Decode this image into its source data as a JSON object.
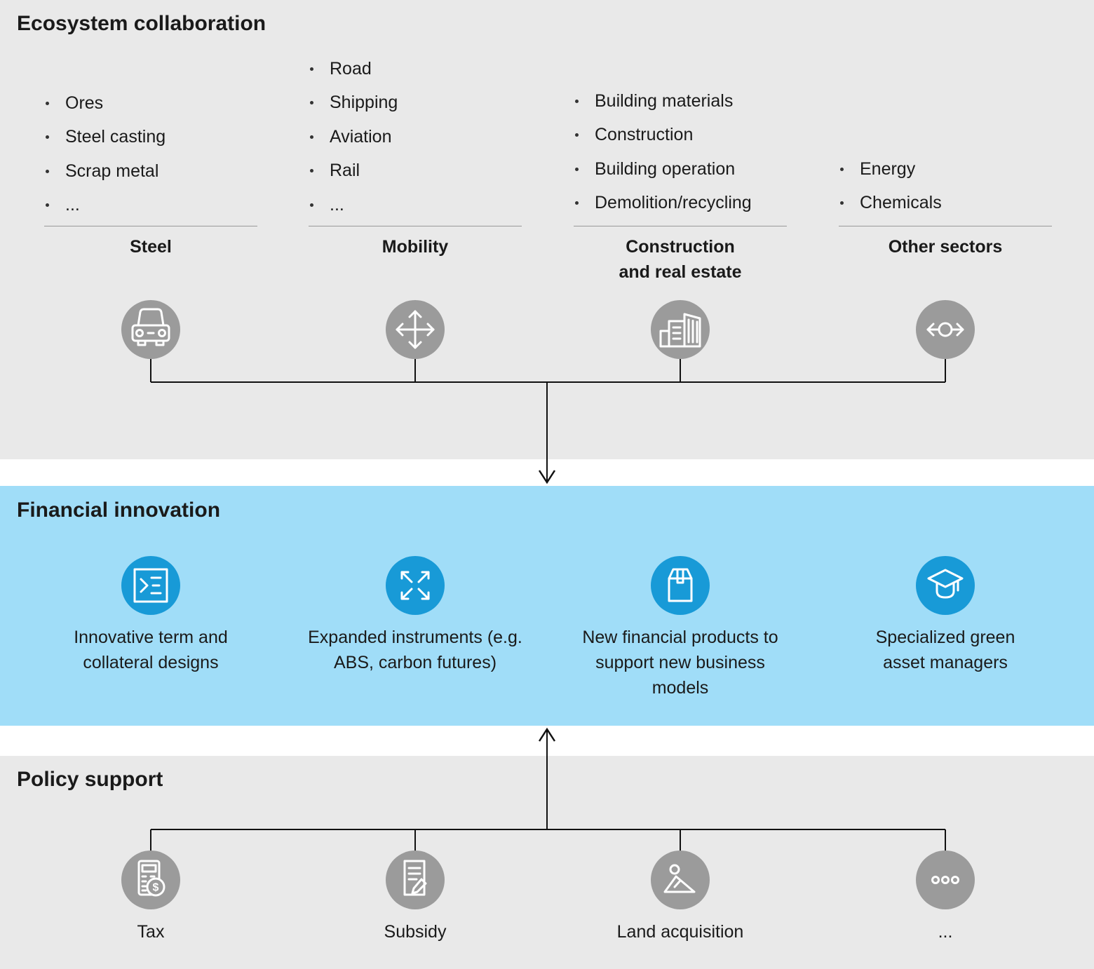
{
  "sections": {
    "ecosystem": {
      "title": "Ecosystem collaboration",
      "columns": [
        {
          "label": "Steel",
          "icon": "car-icon",
          "items": [
            "Ores",
            "Steel casting",
            "Scrap metal",
            "..."
          ]
        },
        {
          "label": "Mobility",
          "icon": "move-arrows-icon",
          "items": [
            "Road",
            "Shipping",
            "Aviation",
            "Rail",
            "..."
          ]
        },
        {
          "label": "Construction and real estate",
          "icon": "buildings-icon",
          "items": [
            "Building materials",
            "Construction",
            "Building operation",
            "Demolition/recycling"
          ]
        },
        {
          "label": "Other sectors",
          "icon": "bidirectional-flow-icon",
          "items": [
            "Energy",
            "Chemicals"
          ]
        }
      ]
    },
    "financial": {
      "title": "Financial innovation",
      "items": [
        {
          "caption": "Innovative term and collateral designs",
          "icon": "sigma-contract-icon"
        },
        {
          "caption": "Expanded instruments (e.g. ABS, carbon futures)",
          "icon": "expand-arrows-icon"
        },
        {
          "caption": "New financial products to support new business models",
          "icon": "package-icon"
        },
        {
          "caption": "Specialized green asset managers",
          "icon": "graduation-cap-icon"
        }
      ]
    },
    "policy": {
      "title": "Policy support",
      "items": [
        {
          "label": "Tax",
          "icon": "tax-calculator-icon"
        },
        {
          "label": "Subsidy",
          "icon": "subsidy-document-icon"
        },
        {
          "label": "Land acquisition",
          "icon": "land-acquisition-icon"
        },
        {
          "label": "...",
          "icon": "ellipsis-icon"
        }
      ]
    }
  },
  "colors": {
    "section_gray": "#e9e9e9",
    "section_blue": "#a0ddf8",
    "circle_gray": "#9b9b9b",
    "circle_blue": "#189ad7",
    "connector": "#111111",
    "text": "#1a1a1a",
    "divider": "#999999"
  }
}
